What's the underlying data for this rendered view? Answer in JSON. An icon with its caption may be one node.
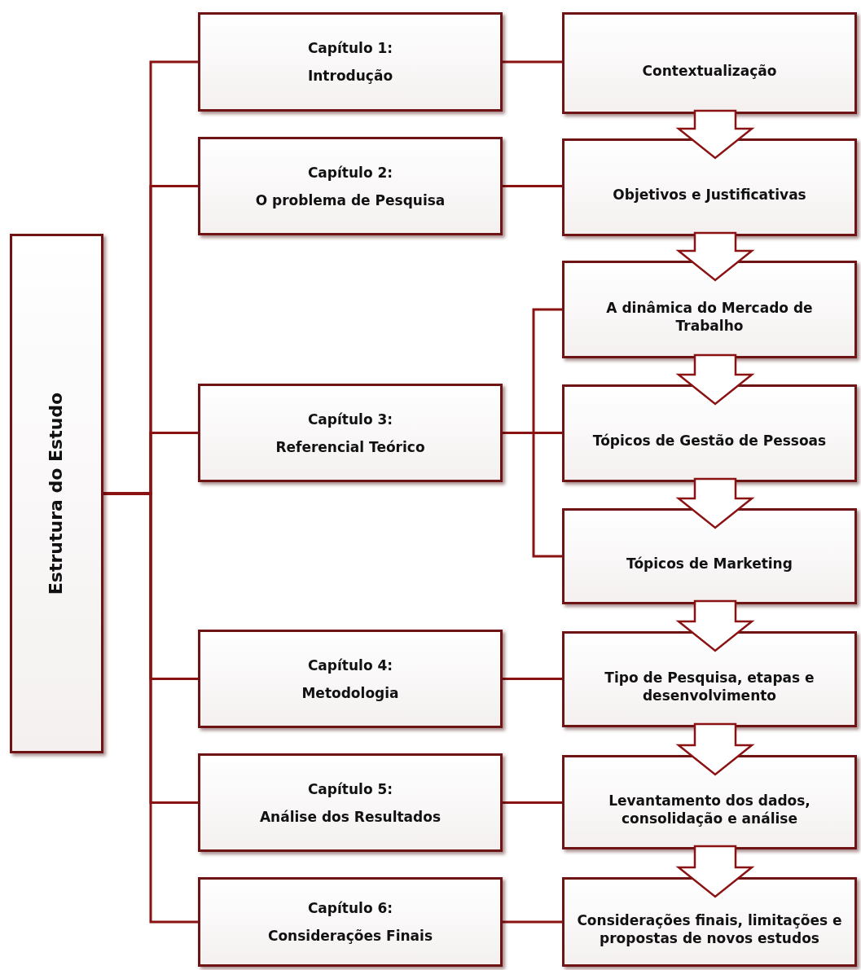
{
  "diagram": {
    "nodes": [
      {
        "text": [
          "Estrutura do Estudo"
        ]
      },
      {
        "text": [
          "Capítulo 1:",
          "Introdução"
        ]
      },
      {
        "text": [
          "Contextualização"
        ]
      },
      {
        "text": [
          "Capítulo 2:",
          "O problema de Pesquisa"
        ]
      },
      {
        "text": [
          "Objetivos e Justificativas"
        ]
      },
      {
        "text": [
          "A dinâmica do Mercado de Trabalho"
        ]
      },
      {
        "text": [
          "Capítulo 3:",
          "Referencial Teórico"
        ]
      },
      {
        "text": [
          "Tópicos de Gestão de Pessoas"
        ]
      },
      {
        "text": [
          "Tópicos de Marketing"
        ]
      },
      {
        "text": [
          "Capítulo 4:",
          "Metodologia"
        ]
      },
      {
        "text": [
          "Tipo de Pesquisa, etapas e desenvolvimento"
        ]
      },
      {
        "text": [
          "Capítulo 5:",
          "Análise dos Resultados"
        ]
      },
      {
        "text": [
          "Levantamento dos dados, consolidação e análise"
        ]
      },
      {
        "text": [
          "Capítulo 6:",
          "Considerações Finais"
        ]
      },
      {
        "text": [
          "Considerações finais, limitações e propostas de novos estudos"
        ]
      }
    ],
    "edges": [
      {
        "from": 0,
        "to": 1,
        "arrow": "none"
      },
      {
        "from": 0,
        "to": 3,
        "arrow": "none"
      },
      {
        "from": 0,
        "to": 6,
        "arrow": "none"
      },
      {
        "from": 0,
        "to": 9,
        "arrow": "none"
      },
      {
        "from": 0,
        "to": 11,
        "arrow": "none"
      },
      {
        "from": 0,
        "to": 13,
        "arrow": "none"
      },
      {
        "from": 1,
        "to": 2,
        "arrow": "none"
      },
      {
        "from": 3,
        "to": 4,
        "arrow": "none"
      },
      {
        "from": 6,
        "to": 5,
        "arrow": "none"
      },
      {
        "from": 6,
        "to": 7,
        "arrow": "none"
      },
      {
        "from": 6,
        "to": 8,
        "arrow": "none"
      },
      {
        "from": 9,
        "to": 10,
        "arrow": "none"
      },
      {
        "from": 11,
        "to": 12,
        "arrow": "none"
      },
      {
        "from": 13,
        "to": 14,
        "arrow": "none"
      },
      {
        "from": 2,
        "to": 4,
        "arrow": "to",
        "style": "thick"
      },
      {
        "from": 4,
        "to": 5,
        "arrow": "to",
        "style": "thick"
      },
      {
        "from": 5,
        "to": 7,
        "arrow": "to",
        "style": "thick"
      },
      {
        "from": 7,
        "to": 8,
        "arrow": "to",
        "style": "thick"
      },
      {
        "from": 8,
        "to": 10,
        "arrow": "to",
        "style": "thick"
      },
      {
        "from": 10,
        "to": 12,
        "arrow": "to",
        "style": "thick"
      },
      {
        "from": 12,
        "to": 14,
        "arrow": "to",
        "style": "thick"
      }
    ]
  }
}
